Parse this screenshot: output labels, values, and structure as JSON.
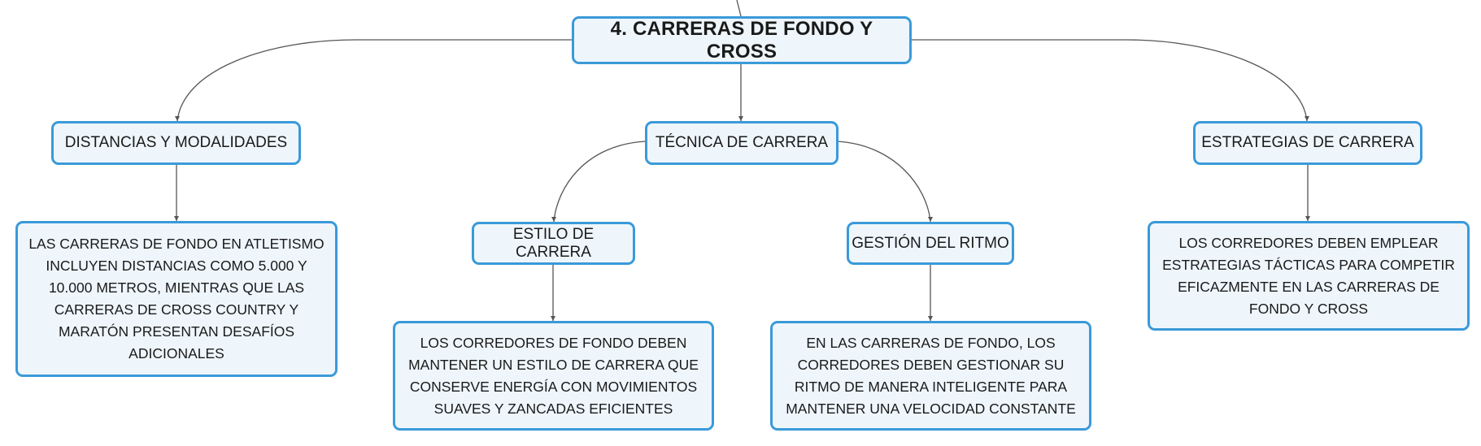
{
  "root": {
    "title": "4. CARRERAS DE FONDO Y CROSS"
  },
  "branches": [
    {
      "label": "DISTANCIAS Y MODALIDADES",
      "detail": "LAS CARRERAS DE FONDO EN ATLETISMO INCLUYEN DISTANCIAS COMO 5.000 Y 10.000 METROS, MIENTRAS QUE LAS CARRERAS DE CROSS COUNTRY Y MARATÓN PRESENTAN DESAFÍOS ADICIONALES"
    },
    {
      "label": "TÉCNICA DE CARRERA",
      "children": [
        {
          "label": "ESTILO DE CARRERA",
          "detail": "LOS CORREDORES DE FONDO DEBEN MANTENER UN ESTILO DE CARRERA QUE CONSERVE ENERGÍA CON MOVIMIENTOS SUAVES Y ZANCADAS EFICIENTES"
        },
        {
          "label": "GESTIÓN DEL RITMO",
          "detail": "EN LAS CARRERAS DE FONDO, LOS CORREDORES DEBEN GESTIONAR SU RITMO DE MANERA INTELIGENTE PARA MANTENER UNA VELOCIDAD CONSTANTE"
        }
      ]
    },
    {
      "label": "ESTRATEGIAS DE CARRERA",
      "detail": "LOS CORREDORES DEBEN EMPLEAR ESTRATEGIAS TÁCTICAS PARA COMPETIR EFICAZMENTE EN LAS CARRERAS DE FONDO Y CROSS"
    }
  ],
  "colors": {
    "node_border": "#3a9ad9",
    "node_fill": "#eef6fc",
    "connector": "#555555"
  }
}
